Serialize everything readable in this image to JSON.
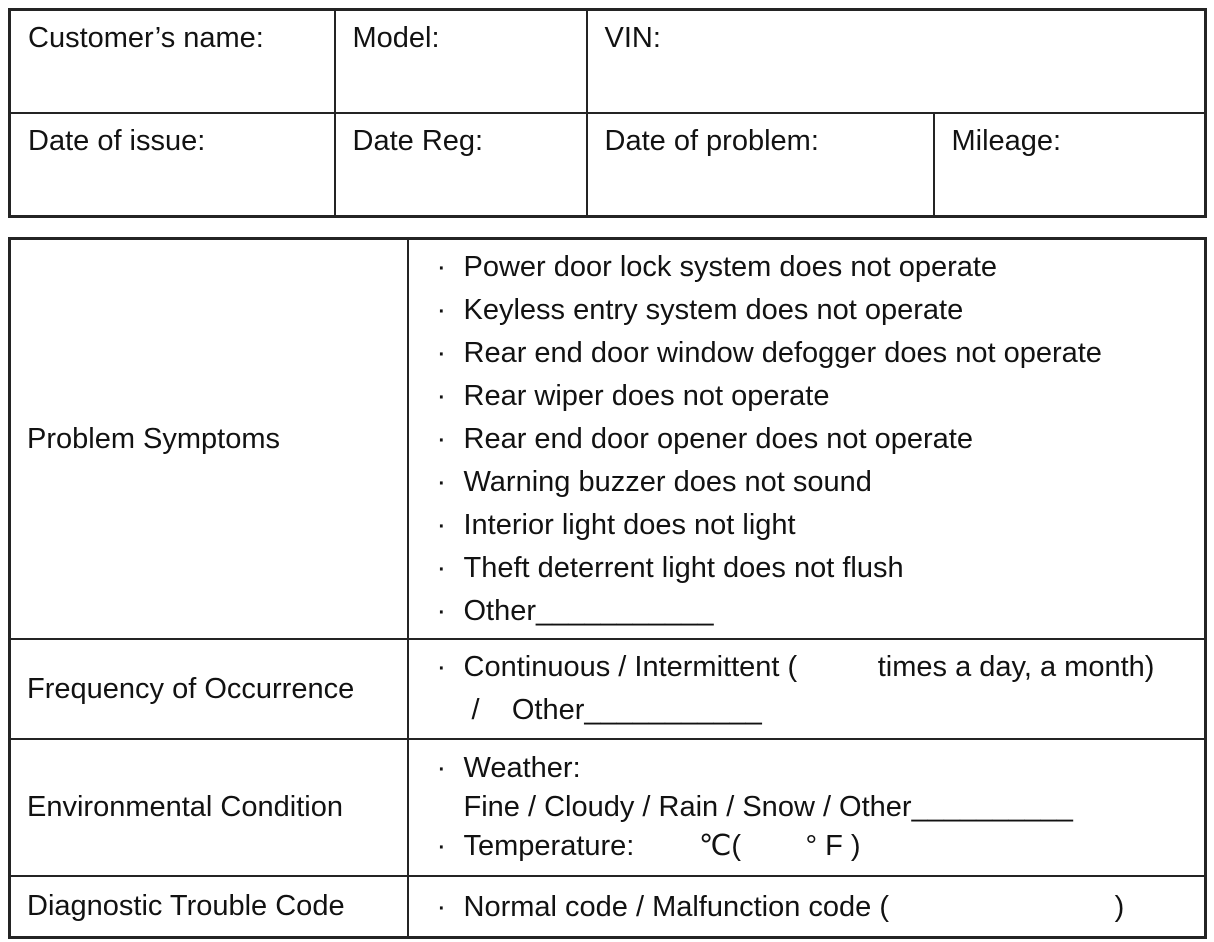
{
  "bullet_char": "·",
  "info_table": {
    "row1": {
      "customer_name": "Customer’s name:",
      "model": "Model:",
      "vin": "VIN:"
    },
    "row2": {
      "date_of_issue": "Date of issue:",
      "date_reg": "Date Reg:",
      "date_of_problem": "Date of problem:",
      "mileage": "Mileage:"
    }
  },
  "analysis_table": {
    "rows": [
      {
        "label": "Problem Symptoms",
        "lines": [
          {
            "text": "Power door lock system does not operate"
          },
          {
            "text": "Keyless entry system does not operate"
          },
          {
            "text": "Rear end door window defogger does not operate"
          },
          {
            "text": "Rear wiper does not operate"
          },
          {
            "text": "Rear end door opener does not operate"
          },
          {
            "text": "Warning buzzer does not sound"
          },
          {
            "text": "Interior light does not light"
          },
          {
            "text": "Theft deterrent light does not flush"
          },
          {
            "text": "Other___________"
          }
        ]
      },
      {
        "label": "Frequency of Occurrence",
        "lines": [
          {
            "text": "Continuous / Intermittent (          times a day, a month)"
          },
          {
            "text": " /    Other___________"
          }
        ]
      },
      {
        "label": "Environmental Condition",
        "lines": [
          {
            "text": "Weather:"
          },
          {
            "text": "Fine / Cloudy / Rain / Snow / Other__________"
          },
          {
            "text": "Temperature:        ℃(        ° F )"
          }
        ]
      },
      {
        "label": "Diagnostic Trouble Code",
        "lines": [
          {
            "text": "Normal code / Malfunction code (                            )"
          }
        ]
      }
    ]
  }
}
